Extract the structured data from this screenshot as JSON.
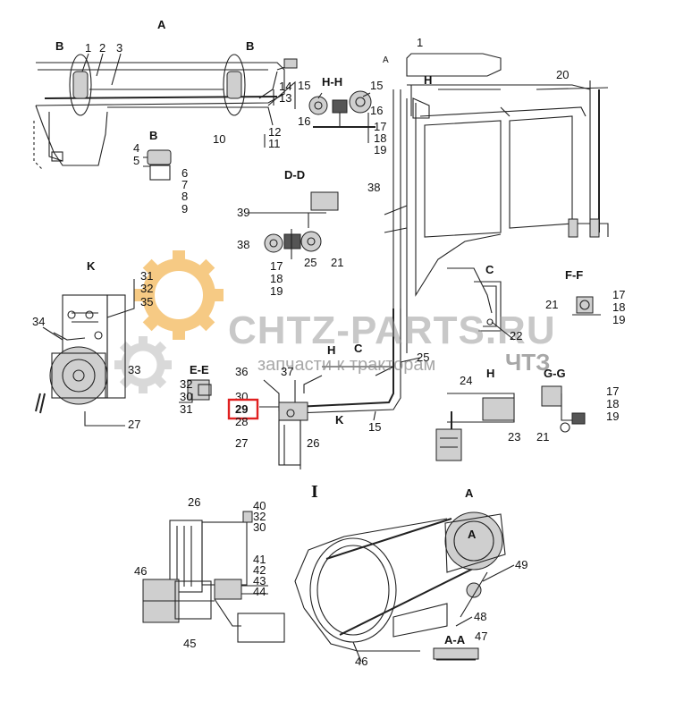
{
  "sections": {
    "A_top": "A",
    "B_detail": "B",
    "HH": "H-H",
    "DD": "D-D",
    "K": "K",
    "EE": "E-E",
    "C": "C",
    "FF": "F-F",
    "H": "H",
    "GG": "G-G",
    "I": "I",
    "AA": "A-A"
  },
  "callouts": [
    "1",
    "2",
    "3",
    "4",
    "5",
    "6",
    "7",
    "8",
    "9",
    "10",
    "11",
    "12",
    "13",
    "14",
    "15",
    "16",
    "17",
    "18",
    "19",
    "20",
    "21",
    "22",
    "23",
    "24",
    "25",
    "26",
    "27",
    "28",
    "29",
    "30",
    "31",
    "32",
    "33",
    "34",
    "35",
    "36",
    "37",
    "38",
    "39",
    "40",
    "41",
    "42",
    "43",
    "44",
    "45",
    "46",
    "47",
    "48",
    "49"
  ],
  "highlighted_callout": "29",
  "highlight_color": "#e02020",
  "watermark": {
    "title": "CHTZ-PARTS.RU",
    "subtitle": "запчасти к тракторам",
    "brand": "ЧТЗ",
    "gear_color": "#f0a020"
  }
}
